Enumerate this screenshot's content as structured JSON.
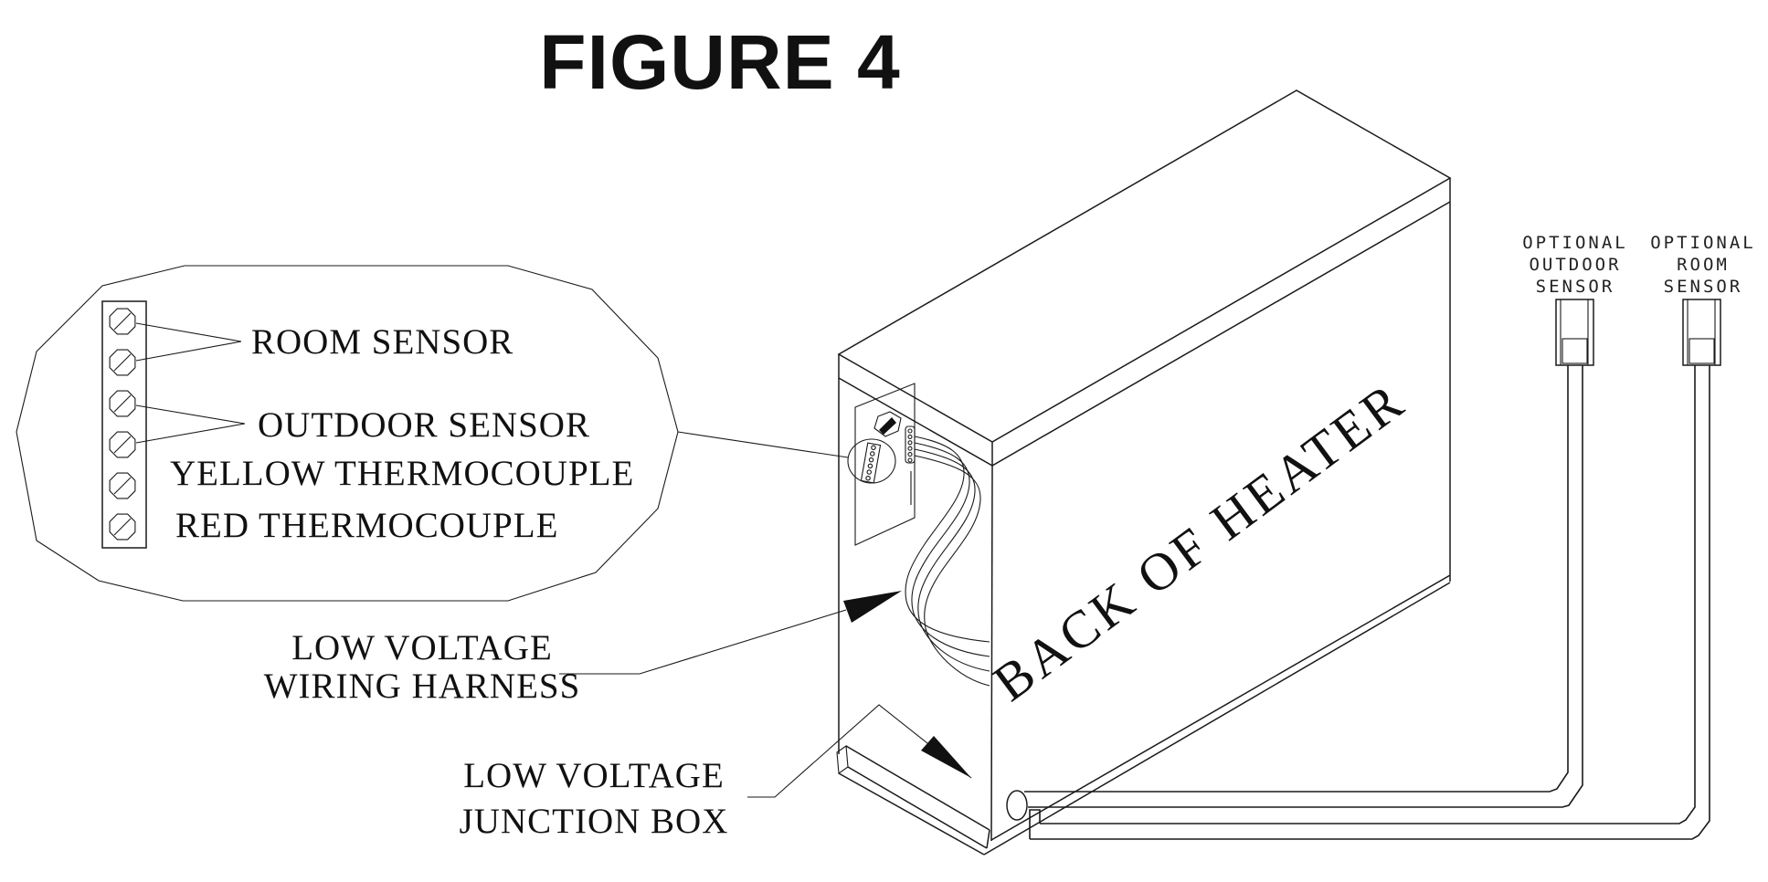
{
  "title": "FIGURE 4",
  "balloon": {
    "labels": {
      "room": "ROOM SENSOR",
      "outdoor": "OUTDOOR SENSOR",
      "yellow": "YELLOW THERMOCOUPLE",
      "red": "RED THERMOCOUPLE"
    }
  },
  "callouts": {
    "wiring_harness": {
      "line1": "LOW VOLTAGE",
      "line2": "WIRING HARNESS"
    },
    "junction_box": {
      "line1": "LOW VOLTAGE",
      "line2": "JUNCTION BOX"
    }
  },
  "heater": {
    "back_label": "BACK OF HEATER"
  },
  "optional_sensors": {
    "outdoor": {
      "line1": "OPTIONAL",
      "line2": "OUTDOOR",
      "line3": "SENSOR"
    },
    "room": {
      "line1": "OPTIONAL",
      "line2": "ROOM",
      "line3": "SENSOR"
    }
  },
  "colors": {
    "line": "#1a1a1a",
    "background": "#ffffff"
  }
}
